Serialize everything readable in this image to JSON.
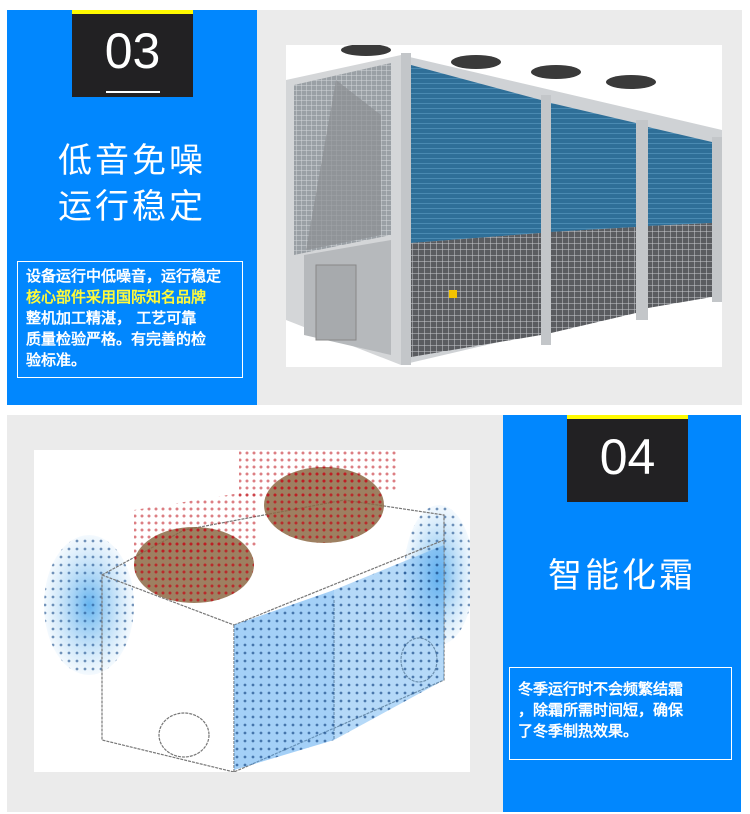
{
  "colors": {
    "panel_blue": "#0187fe",
    "panel_gray": "#ebebeb",
    "badge_dark": "#222123",
    "badge_accent_yellow": "#fffa00",
    "highlight_yellow": "#fffa3a"
  },
  "feature_03": {
    "number": "03",
    "title_line1": "低音免噪",
    "title_line2": "运行稳定",
    "description": {
      "line1": "设备运行中低噪音，运行稳定",
      "line2_highlight": "核心部件采用国际知名品牌",
      "line3": "整机加工精湛，  工艺可靠",
      "line4": "质量检验严格。有完善的检",
      "line5": "验标准。"
    },
    "image": "air-cooled-chiller-unit-photo"
  },
  "feature_04": {
    "number": "04",
    "title": "智能化霜",
    "description": {
      "line1": "冬季运行时不会频繁结霜",
      "line2": "，除霜所需时间短，确保",
      "line3": "了冬季制热效果。"
    },
    "image": "airflow-defrost-diagram"
  }
}
